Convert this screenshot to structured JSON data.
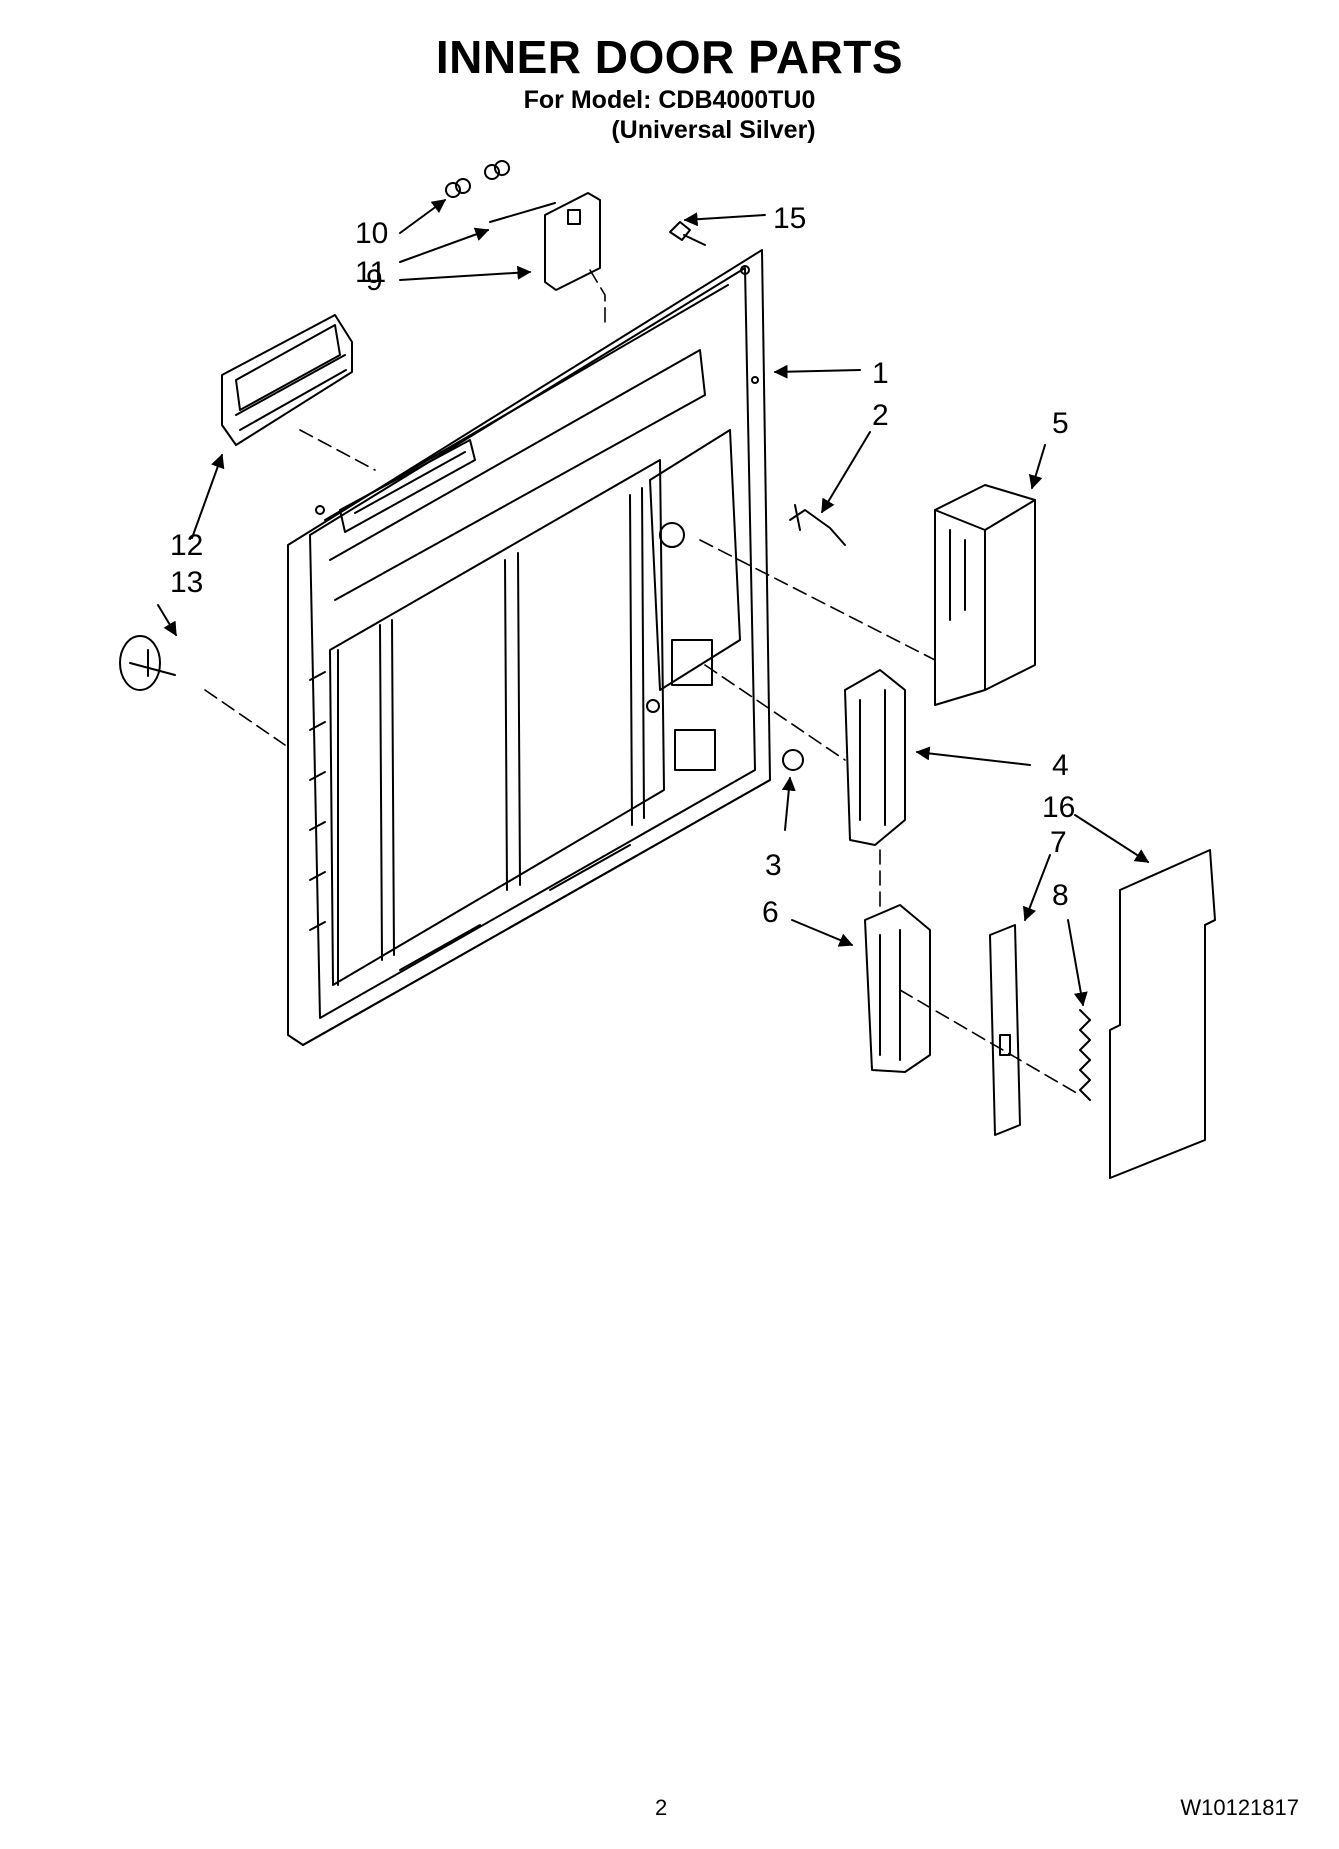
{
  "header": {
    "title": "INNER DOOR PARTS",
    "model_line": "For Model: CDB4000TU0",
    "variant": "(Universal Silver)"
  },
  "callouts": [
    {
      "id": "1",
      "label": "1"
    },
    {
      "id": "2",
      "label": "2"
    },
    {
      "id": "3",
      "label": "3"
    },
    {
      "id": "4",
      "label": "4"
    },
    {
      "id": "5",
      "label": "5"
    },
    {
      "id": "6",
      "label": "6"
    },
    {
      "id": "7",
      "label": "7"
    },
    {
      "id": "8",
      "label": "8"
    },
    {
      "id": "9",
      "label": "9"
    },
    {
      "id": "10",
      "label": "10"
    },
    {
      "id": "11",
      "label": "11"
    },
    {
      "id": "12",
      "label": "12"
    },
    {
      "id": "13",
      "label": "13"
    },
    {
      "id": "15",
      "label": "15"
    },
    {
      "id": "16",
      "label": "16"
    }
  ],
  "footer": {
    "page_number": "2",
    "document_number": "W10121817"
  }
}
